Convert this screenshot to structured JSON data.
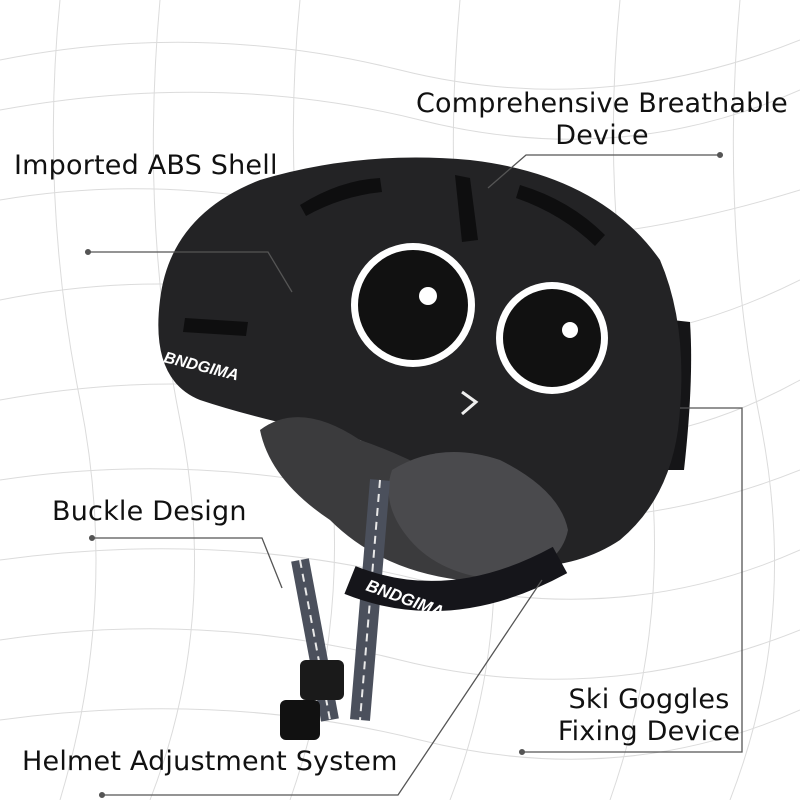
{
  "product": {
    "brand": "BNDGIMA",
    "colors": {
      "shell": "#1f1f21",
      "liner": "#3a3a3c",
      "strap": "#4a4f5c",
      "stitch": "#e8e8e8",
      "eye": "#ffffff"
    }
  },
  "callouts": {
    "breathable_line1": "Comprehensive Breathable",
    "breathable_line2": "Device",
    "abs_shell": "Imported ABS Shell",
    "buckle": "Buckle Design",
    "goggles_line1": "Ski Goggles",
    "goggles_line2": "Fixing Device",
    "adjustment": "Helmet Adjustment System"
  }
}
